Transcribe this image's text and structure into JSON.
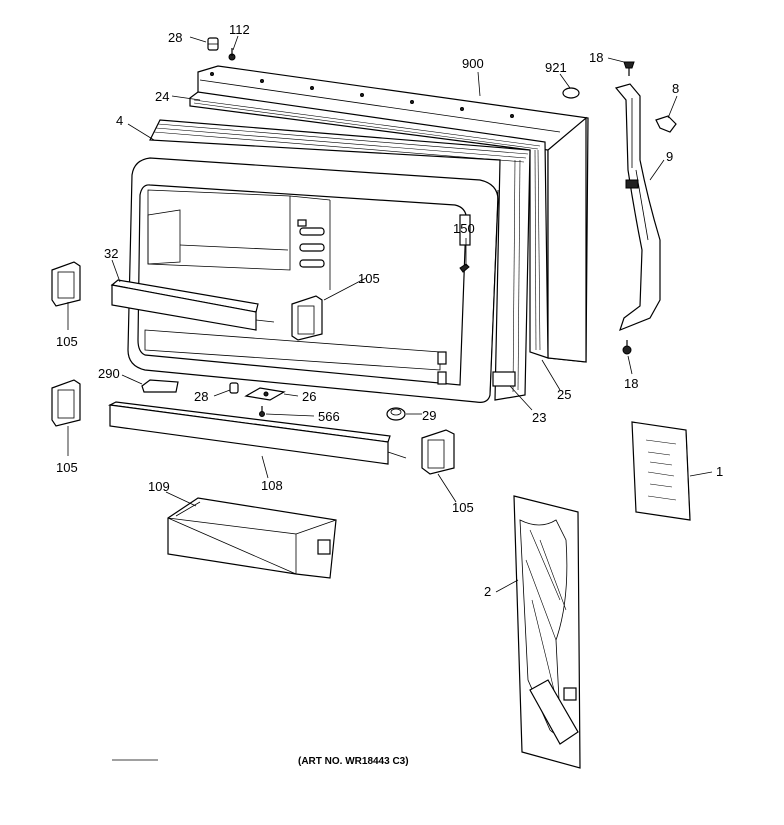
{
  "labels": {
    "l_28a": "28",
    "l_112": "112",
    "l_900": "900",
    "l_921": "921",
    "l_18a": "18",
    "l_8": "8",
    "l_24": "24",
    "l_4": "4",
    "l_9": "9",
    "l_150": "150",
    "l_32": "32",
    "l_105a": "105",
    "l_105b": "105",
    "l_105c": "105",
    "l_105d": "105",
    "l_290": "290",
    "l_28b": "28",
    "l_26": "26",
    "l_566": "566",
    "l_29": "29",
    "l_23": "23",
    "l_25": "25",
    "l_18b": "18",
    "l_108": "108",
    "l_109": "109",
    "l_1": "1",
    "l_2": "2"
  },
  "art_number": "(ART NO. WR18443 C3)"
}
